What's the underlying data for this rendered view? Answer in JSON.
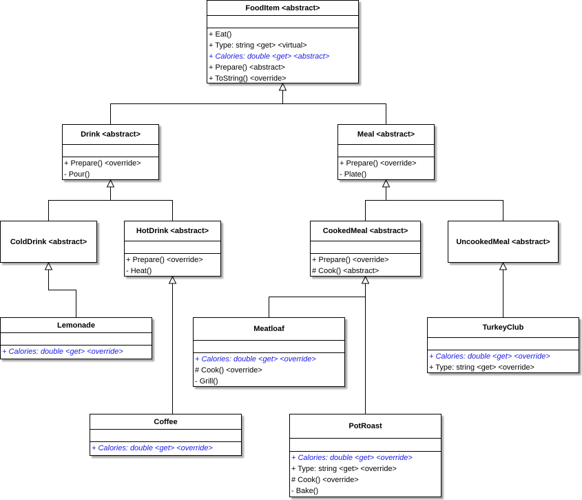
{
  "classes": {
    "fooditem": {
      "name": "FoodItem <abstract>",
      "ops": [
        {
          "text": "+ Eat()",
          "abstract": false
        },
        {
          "text": "+ Type: string <get> <virtual>",
          "abstract": false
        },
        {
          "text": "+ Calories: double <get> <abstract>",
          "abstract": true
        },
        {
          "text": "+ Prepare() <abstract>",
          "abstract": false
        },
        {
          "text": "+ ToString() <override>",
          "abstract": false
        }
      ]
    },
    "drink": {
      "name": "Drink <abstract>",
      "ops": [
        {
          "text": "+ Prepare() <override>",
          "abstract": false
        },
        {
          "text": "-  Pour()",
          "abstract": false
        }
      ]
    },
    "meal": {
      "name": "Meal <abstract>",
      "ops": [
        {
          "text": "+ Prepare() <override>",
          "abstract": false
        },
        {
          "text": "-  Plate()",
          "abstract": false
        }
      ]
    },
    "colddrink": {
      "name": "ColdDrink <abstract>"
    },
    "hotdrink": {
      "name": "HotDrink <abstract>",
      "ops": [
        {
          "text": "+ Prepare() <override>",
          "abstract": false
        },
        {
          "text": "-  Heat()",
          "abstract": false
        }
      ]
    },
    "cookedmeal": {
      "name": "CookedMeal <abstract>",
      "ops": [
        {
          "text": "+ Prepare() <override>",
          "abstract": false
        },
        {
          "text": "# Cook() <abstract>",
          "abstract": false
        }
      ]
    },
    "uncookedmeal": {
      "name": "UncookedMeal <abstract>"
    },
    "lemonade": {
      "name": "Lemonade",
      "ops": [
        {
          "text": "+ Calories: double <get> <override>",
          "abstract": true
        }
      ]
    },
    "meatloaf": {
      "name": "Meatloaf",
      "ops": [
        {
          "text": "+ Calories: double <get> <override>",
          "abstract": true
        },
        {
          "text": "# Cook() <override>",
          "abstract": false
        },
        {
          "text": "-  Grill()",
          "abstract": false
        }
      ]
    },
    "turkeyclub": {
      "name": "TurkeyClub",
      "ops": [
        {
          "text": "+ Calories: double <get> <override>",
          "abstract": true
        },
        {
          "text": "+ Type: string <get> <override>",
          "abstract": false
        }
      ]
    },
    "coffee": {
      "name": "Coffee",
      "ops": [
        {
          "text": "+ Calories: double <get> <override>",
          "abstract": true
        }
      ]
    },
    "potroast": {
      "name": "PotRoast",
      "ops": [
        {
          "text": "+ Calories: double <get> <override>",
          "abstract": true
        },
        {
          "text": "+ Type: string <get> <override>",
          "abstract": false
        },
        {
          "text": "# Cook() <override>",
          "abstract": false
        },
        {
          "text": "-  Bake()",
          "abstract": false
        }
      ]
    }
  },
  "colors": {
    "abstract_member": "#1a1ae6",
    "line": "#000000"
  }
}
